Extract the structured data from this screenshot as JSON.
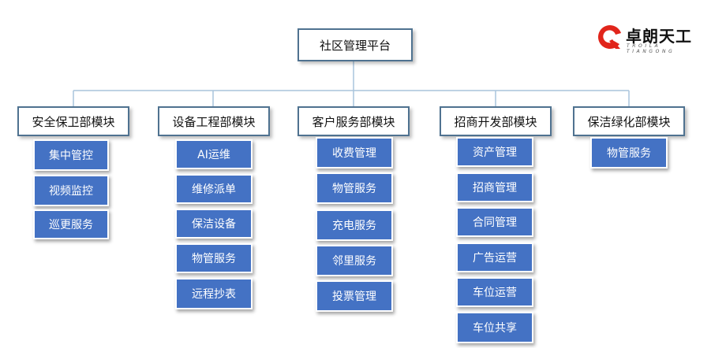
{
  "logo": {
    "cn": "卓朗天工",
    "en": "TROILA TIANGONG",
    "brand_color": "#e1251b"
  },
  "colors": {
    "line": "#a9c4dc",
    "box_fill": "#4472c4",
    "module_border": "#4f7290"
  },
  "root": {
    "label": "社区管理平台"
  },
  "modules": [
    {
      "label": "安全保卫部模块",
      "items": [
        "集中管控",
        "视频监控",
        "巡更服务"
      ]
    },
    {
      "label": "设备工程部模块",
      "items": [
        "AI运维",
        "维修派单",
        "保洁设备",
        "物管服务",
        "远程抄表"
      ]
    },
    {
      "label": "客户服务部模块",
      "items": [
        "收费管理",
        "物管服务",
        "充电服务",
        "邻里服务",
        "投票管理"
      ]
    },
    {
      "label": "招商开发部模块",
      "items": [
        "资产管理",
        "招商管理",
        "合同管理",
        "广告运营",
        "车位运营",
        "车位共享"
      ]
    },
    {
      "label": "保洁绿化部模块",
      "items": [
        "物管服务"
      ]
    }
  ]
}
